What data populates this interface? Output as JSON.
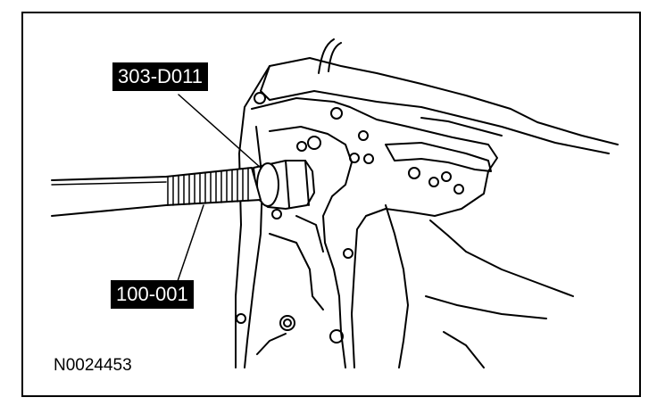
{
  "callouts": {
    "tool_top": "303-D011",
    "tool_bottom": "100-001"
  },
  "figure_id": "N0024453"
}
